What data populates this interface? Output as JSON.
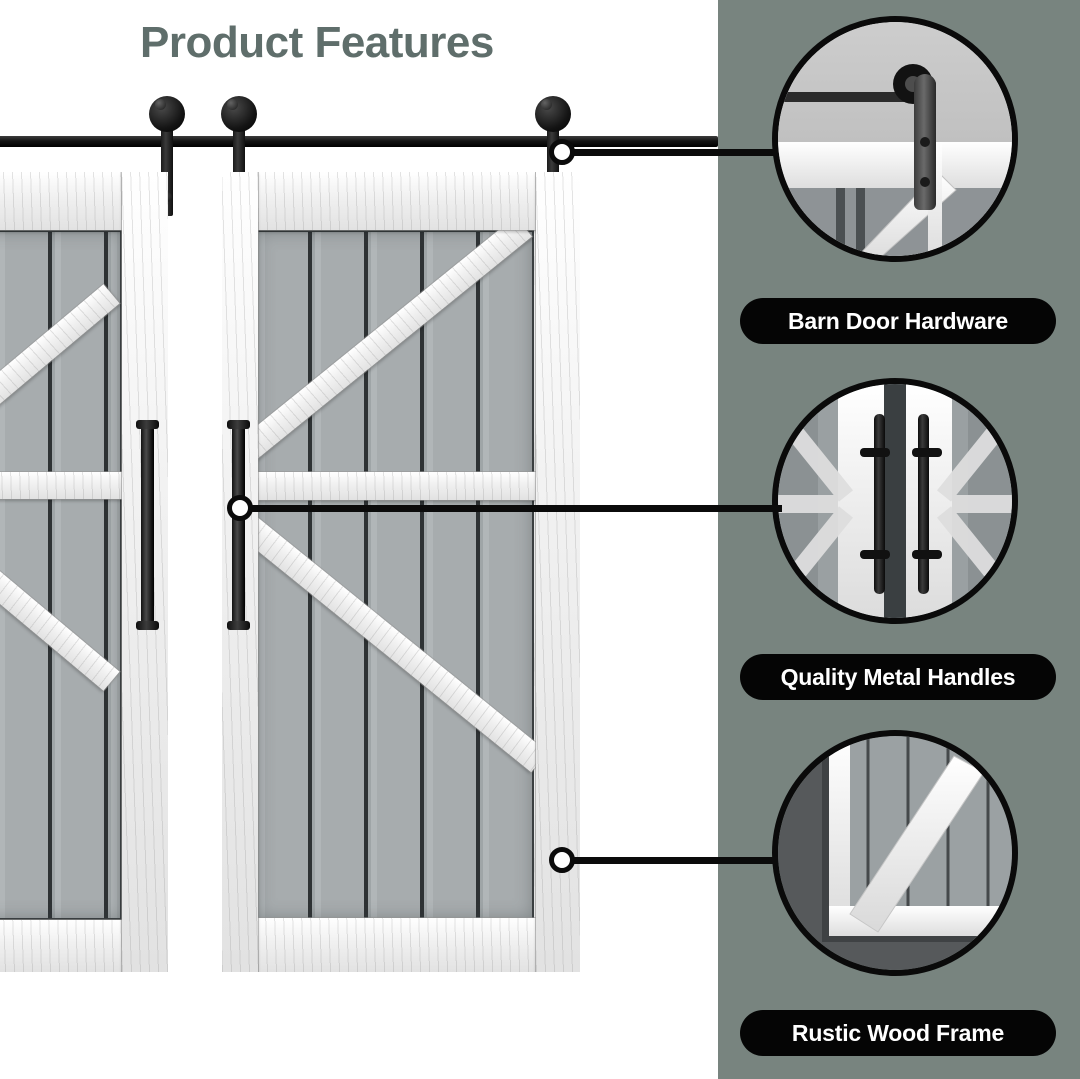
{
  "page": {
    "title": "Product Features",
    "background_color": "#ffffff",
    "title_color": "#5f6e6b",
    "panel_color": "#78847f",
    "pill_color": "#050505",
    "pill_text_color": "#ffffff"
  },
  "product": {
    "name": "Sliding Barn Doors",
    "door_style": "K-brace double barn door",
    "frame_finish": "Distressed White Rustic Wood",
    "panel_finish": "Weathered Gray Vertical Planks",
    "hardware_finish": "Matte Black"
  },
  "features": [
    {
      "id": "barn-door-hardware",
      "label": "Barn Door Hardware",
      "callout_name": "hardware-detail-circle",
      "callout_subject": "roller hanger on black track rail against gray wall",
      "marker_target": "top roller hanger on rail"
    },
    {
      "id": "quality-metal-handles",
      "label": "Quality Metal Handles",
      "callout_name": "handles-detail-circle",
      "callout_subject": "two black metal bar handles on double doors",
      "marker_target": "door handle mid-height"
    },
    {
      "id": "rustic-wood-frame",
      "label": "Rustic Wood Frame",
      "callout_name": "frame-detail-circle",
      "callout_subject": "distressed white wood frame corner with diagonal brace",
      "marker_target": "lower right frame corner"
    }
  ],
  "artwork": {
    "rail_label": "black sliding track rail",
    "hanger_count": 3,
    "door_count": 2,
    "handle_count": 2,
    "panel_plank_count": 7
  }
}
